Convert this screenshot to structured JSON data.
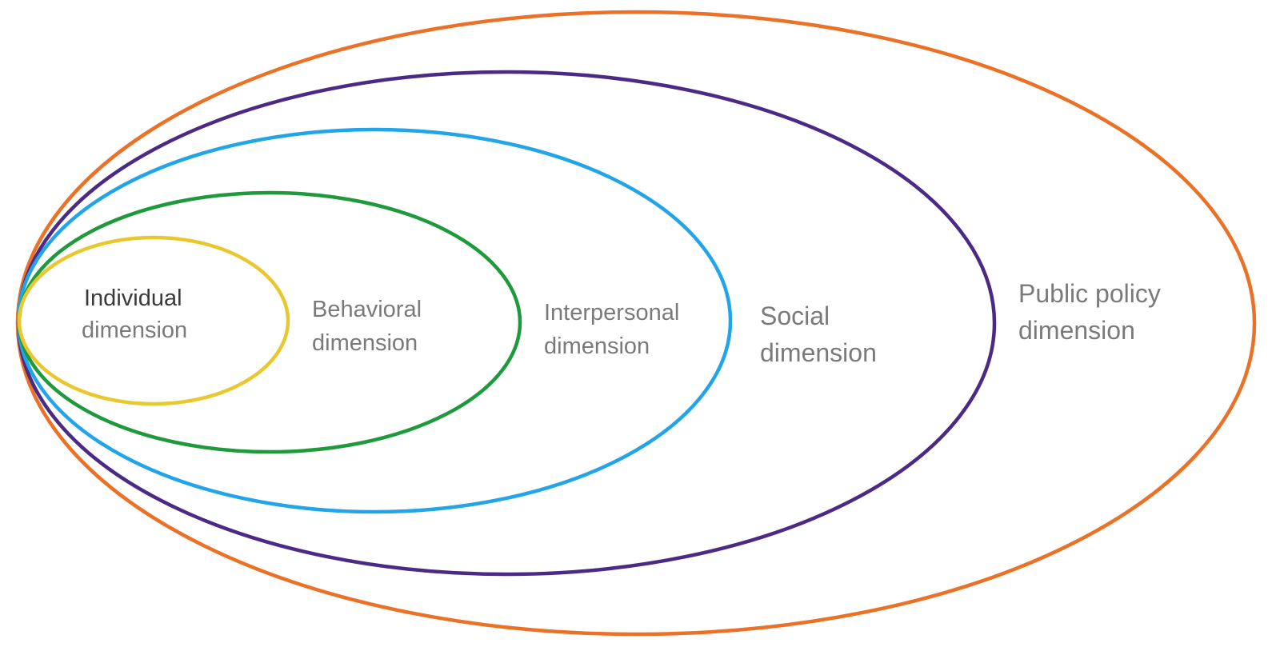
{
  "diagram": {
    "dimensions": [
      {
        "id": "individual",
        "line1": "Individual",
        "line2": "dimension",
        "color": "#e9c82f"
      },
      {
        "id": "behavioral",
        "line1": "Behavioral",
        "line2": "dimension",
        "color": "#1e9a3c"
      },
      {
        "id": "interpersonal",
        "line1": "Interpersonal",
        "line2": "dimension",
        "color": "#21a5e8"
      },
      {
        "id": "social",
        "line1": "Social",
        "line2": "dimension",
        "color": "#4b2a86"
      },
      {
        "id": "public-policy",
        "line1": "Public policy",
        "line2": "dimension",
        "color": "#ea7125"
      }
    ]
  }
}
